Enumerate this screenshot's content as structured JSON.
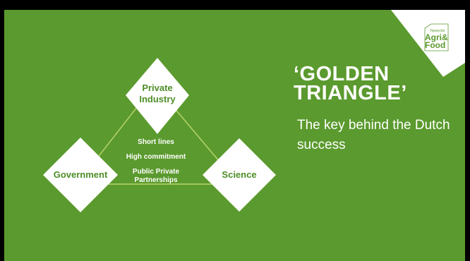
{
  "title": {
    "line1": "‘GOLDEN",
    "line2": "TRIANGLE’"
  },
  "subtitle": "The key behind the Dutch success",
  "logo": {
    "small": "Topsector",
    "line1": "Agri&",
    "line2": "Food"
  },
  "nodes": {
    "private_industry": {
      "line1": "Private",
      "line2": "Industry"
    },
    "government": "Government",
    "science": "Science"
  },
  "center_items": [
    "Short lines",
    "High commitment",
    "Public Private",
    "Partnerships"
  ],
  "colors": {
    "background": "#5b9a2e",
    "diamond": "#ffffff",
    "text_green": "#4d8d27",
    "triangle_line": "#b7d46a"
  }
}
